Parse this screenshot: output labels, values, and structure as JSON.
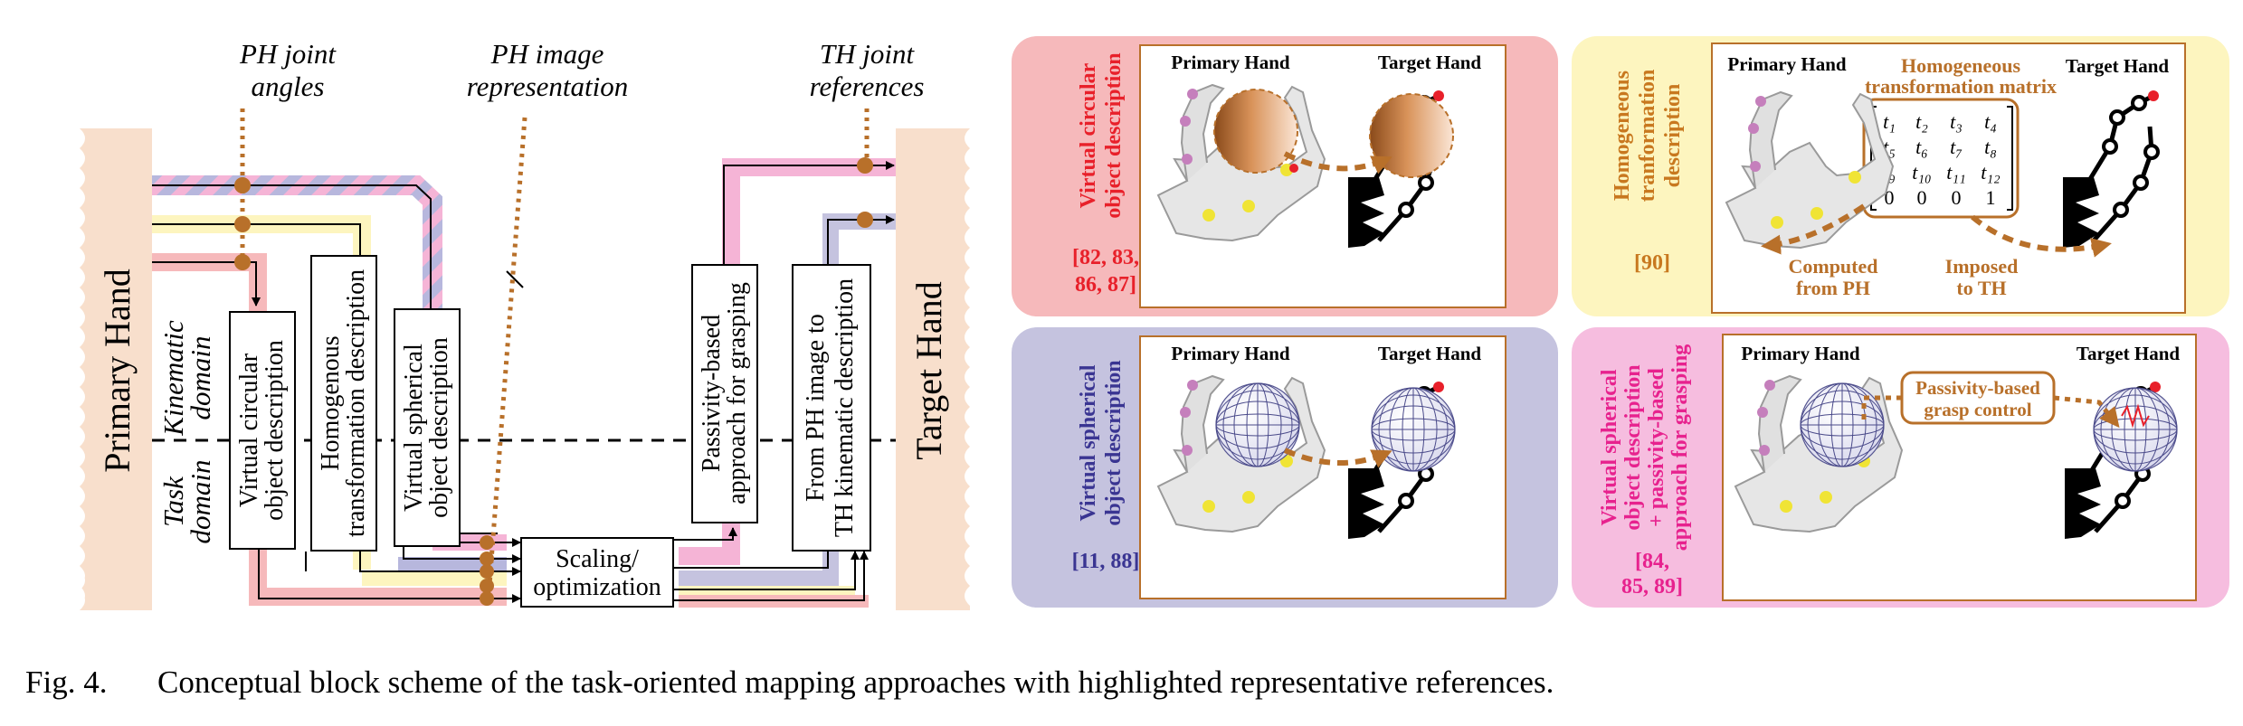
{
  "block_scheme": {
    "primary_hand": "Primary Hand",
    "target_hand": "Target Hand",
    "kinematic_domain": [
      "Kinematic",
      "domain"
    ],
    "task_domain": [
      "Task",
      "domain"
    ],
    "label_ph_joint": [
      "PH joint",
      "angles"
    ],
    "label_ph_image": [
      "PH image",
      "representation"
    ],
    "label_th_joint": [
      "TH joint",
      "references"
    ],
    "block_virtual_circular": [
      "Virtual circular",
      "object description"
    ],
    "block_homogenous": [
      "Homogenous",
      "transformation description"
    ],
    "block_virtual_spherical": [
      "Virtual spherical",
      "object description"
    ],
    "block_scaling": [
      "Scaling/",
      "optimization"
    ],
    "block_passivity": [
      "Passivity-based",
      "approach for grasping"
    ],
    "block_from_ph": [
      "From PH image to",
      "TH kinematic description"
    ]
  },
  "panels": {
    "circular": {
      "title": [
        "Virtual circular",
        "object description"
      ],
      "refs": [
        "[82, 83,",
        "86, 87]"
      ],
      "primary_hand": "Primary Hand",
      "target_hand": "Target Hand"
    },
    "homogeneous": {
      "title": [
        "Homogeneous",
        "tranformation",
        "description"
      ],
      "refs": "[90]",
      "primary_hand": "Primary Hand",
      "target_hand": "Target Hand",
      "matrix_title": [
        "Homogeneous",
        "transformation matrix"
      ],
      "matrix_rows": [
        [
          "t₁",
          "t₂",
          "t₃",
          "t₄"
        ],
        [
          "t₅",
          "t₆",
          "t₇",
          "t₈"
        ],
        [
          "t₉",
          "t₁₀",
          "t₁₁",
          "t₁₂"
        ],
        [
          "0",
          "0",
          "0",
          "1"
        ]
      ],
      "computed": [
        "Computed",
        "from PH"
      ],
      "imposed": [
        "Imposed",
        "to TH"
      ]
    },
    "spherical": {
      "title": [
        "Virtual spherical",
        "object description"
      ],
      "refs": "[11, 88]",
      "primary_hand": "Primary Hand",
      "target_hand": "Target Hand"
    },
    "spherical_passivity": {
      "title": [
        "Virtual spherical",
        "object description",
        "+ passivity-based",
        "approach for grasping"
      ],
      "refs": [
        "[84,",
        "85, 89]"
      ],
      "primary_hand": "Primary Hand",
      "target_hand": "Target Hand",
      "control_label": [
        "Passivity-based",
        "grasp control"
      ]
    }
  },
  "caption": {
    "label": "Fig. 4.",
    "text": "Conceptual block scheme of the task-oriented mapping approaches with highlighted representative references."
  },
  "colors": {
    "pink_panel": "#f6b9bb",
    "yellow_panel": "#fdf5bf",
    "purple_panel": "#c5c3df",
    "magenta_panel": "#f6bddf",
    "red_text": "#e8202a",
    "orange_text": "#c8781f",
    "purple_text": "#3a3592",
    "magenta_text": "#e7228e",
    "brown": "#b8702a",
    "hand_bg": "#f8dfcc"
  }
}
